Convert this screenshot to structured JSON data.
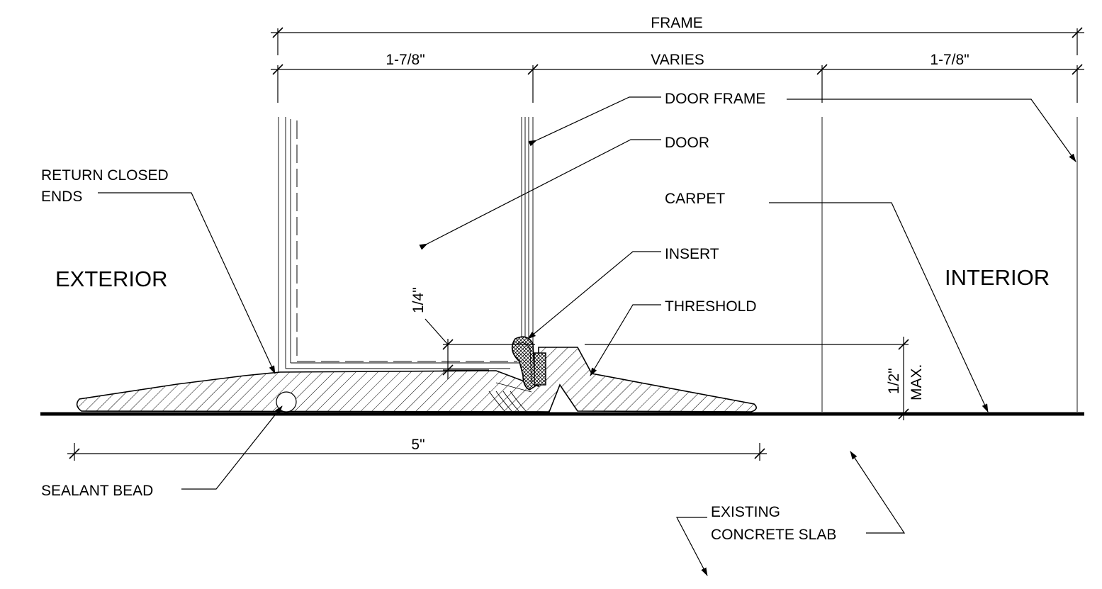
{
  "dimensions": {
    "frame": "FRAME",
    "left_width": "1-7/8\"",
    "middle_width": "VARIES",
    "right_width": "1-7/8\"",
    "gap": "1/4\"",
    "height_value": "1/2\"",
    "height_suffix": "MAX.",
    "threshold_width": "5\""
  },
  "labels": {
    "door_frame": "DOOR FRAME",
    "door": "DOOR",
    "return_closed_ends_line1": "RETURN CLOSED",
    "return_closed_ends_line2": "ENDS",
    "carpet": "CARPET",
    "insert": "INSERT",
    "threshold": "THRESHOLD",
    "sealant_bead": "SEALANT BEAD",
    "existing_line1": "EXISTING",
    "existing_line2": "CONCRETE SLAB"
  },
  "zones": {
    "exterior": "EXTERIOR",
    "interior": "INTERIOR"
  }
}
